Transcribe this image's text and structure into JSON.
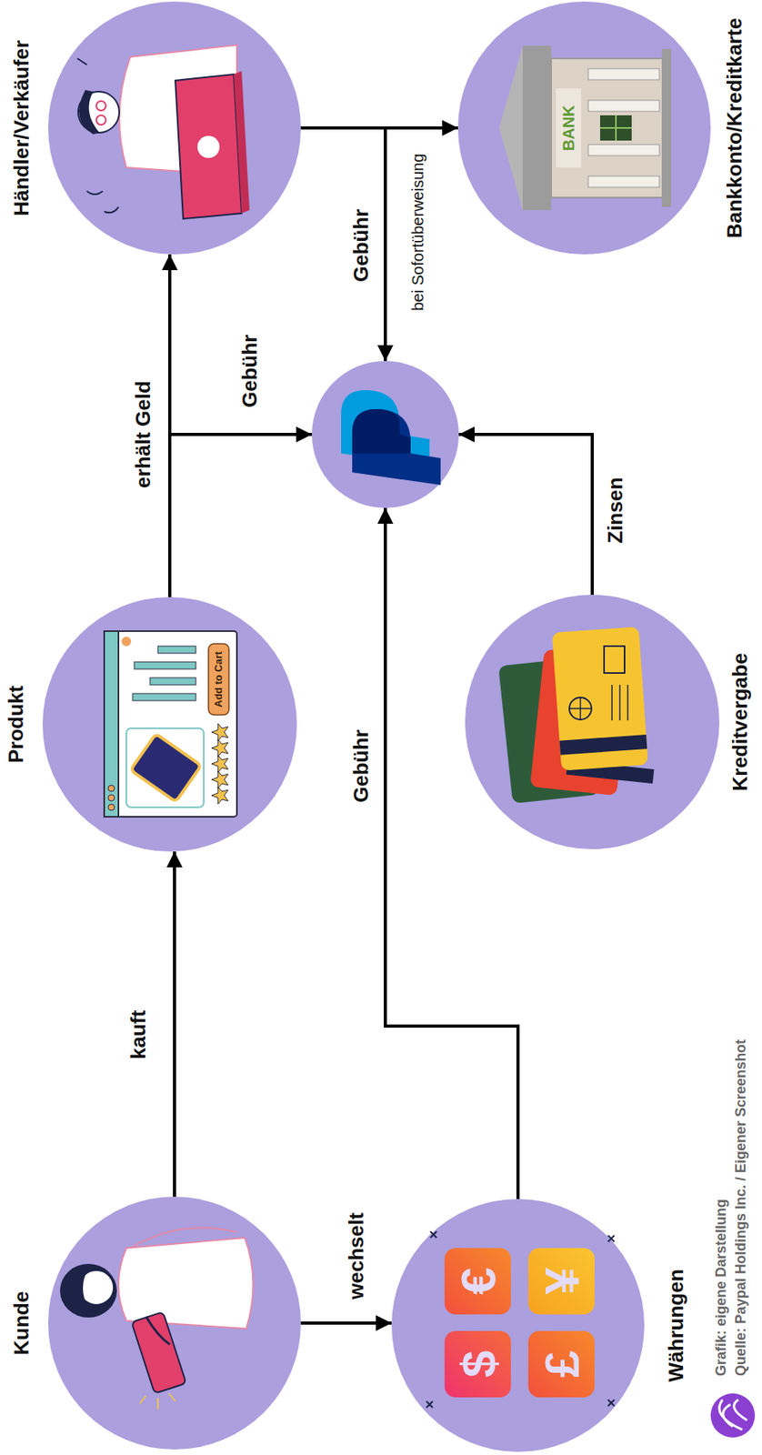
{
  "diagram": {
    "nodes": [
      {
        "text": [
          "Kunde"
        ]
      },
      {
        "text": [
          "Produkt"
        ]
      },
      {
        "text": [
          "Händler/Verkäufer"
        ]
      },
      {
        "text": []
      },
      {
        "text": [
          "Währungen"
        ]
      },
      {
        "text": [
          "Kreditvergabe"
        ]
      },
      {
        "text": [
          "Bankkonto/Kreditkarte"
        ]
      }
    ],
    "edges": [
      {
        "from": 0,
        "to": 1,
        "label": "kauft",
        "arrow": "to"
      },
      {
        "from": 1,
        "to": 2,
        "label": "erhält Geld",
        "arrow": "to"
      },
      {
        "from": 1,
        "to": 3,
        "label": "Gebühr",
        "arrow": "to"
      },
      {
        "from": 0,
        "to": 4,
        "label": "wechselt",
        "arrow": "to"
      },
      {
        "from": 4,
        "to": 3,
        "label": "Gebühr",
        "arrow": "to"
      },
      {
        "from": 5,
        "to": 3,
        "label": "Zinsen",
        "arrow": "to"
      },
      {
        "from": 2,
        "to": 6,
        "arrow": "to"
      },
      {
        "from": 2,
        "to": 3,
        "label": "Gebühr",
        "arrow": "to"
      }
    ],
    "labels": [
      "Add to Cart",
      "BANK",
      "$",
      "€",
      "£",
      "¥",
      "bei Sofortüberweisung",
      "Grafik: eigene Darstellung",
      "Quelle: Paypal Holdings Inc. / Eigener Screenshot"
    ]
  }
}
